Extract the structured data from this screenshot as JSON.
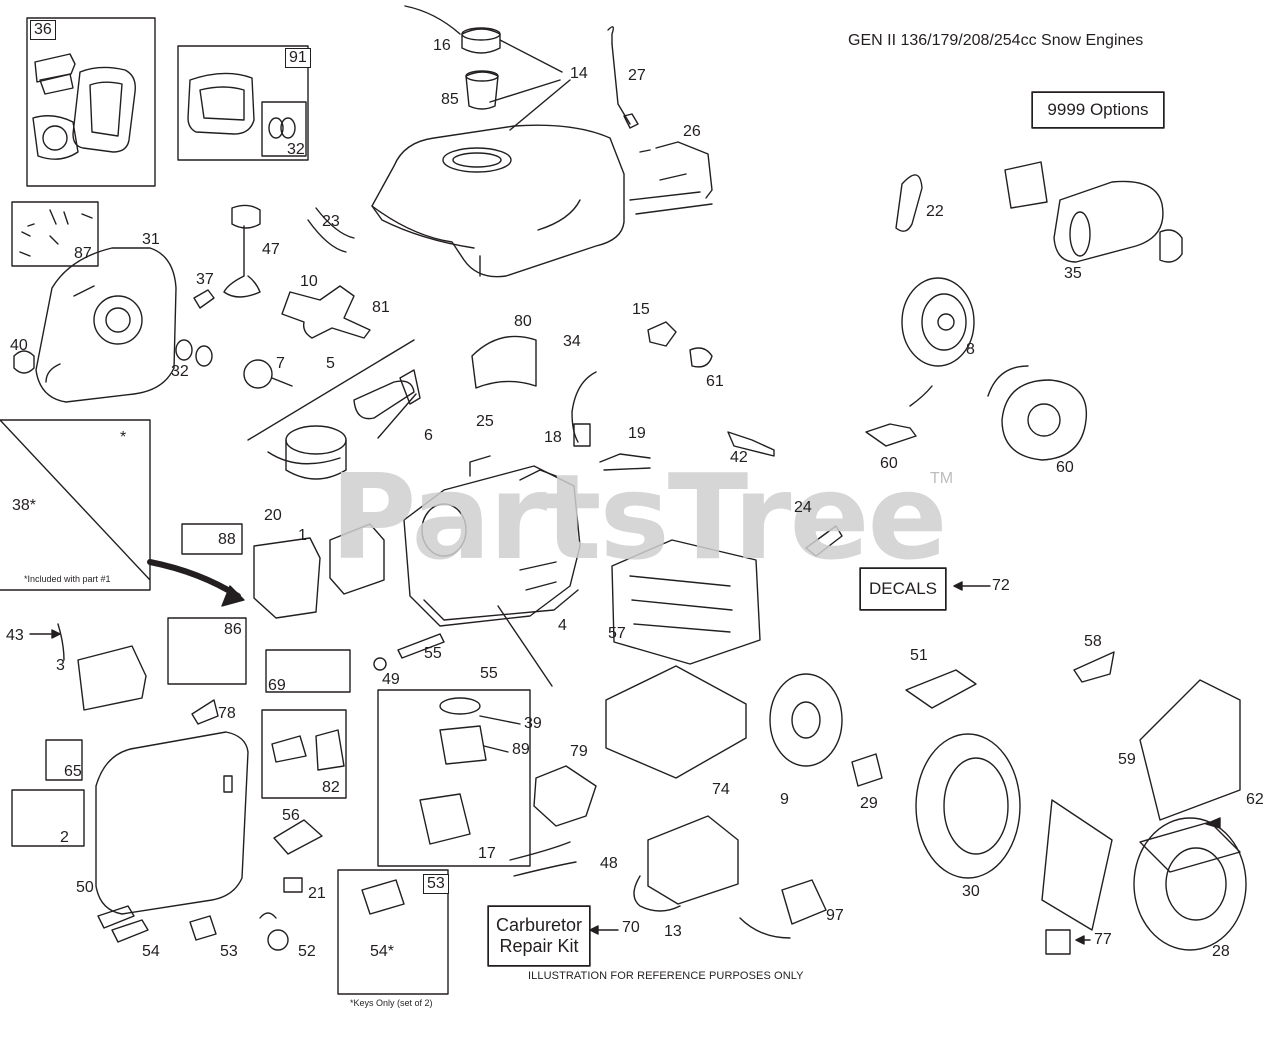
{
  "title": "GEN II 136/179/208/254cc Snow Engines",
  "options_label": "9999  Options",
  "decals_label": "DECALS",
  "carb_kit_label_1": "Carburetor",
  "carb_kit_label_2": "Repair Kit",
  "included_note": "*Included with part #1",
  "keys_note": "*Keys Only (set of 2)",
  "footer": "ILLUSTRATION FOR REFERENCE PURPOSES ONLY",
  "watermark": "PartsTree",
  "trademark": "TM",
  "box_labels": {
    "b36": "36",
    "b91": "91",
    "b53": "53",
    "b32": "32",
    "star": "*"
  },
  "callouts": {
    "c16": "16",
    "c14": "14",
    "c27": "27",
    "c85": "85",
    "c26": "26",
    "c22": "22",
    "c35": "35",
    "c87": "87",
    "c31": "31",
    "c47": "47",
    "c23": "23",
    "c37": "37",
    "c10": "10",
    "c81": "81",
    "c40": "40",
    "c32": "32",
    "c7": "7",
    "c5": "5",
    "c15": "15",
    "c80": "80",
    "c34": "34",
    "c61": "61",
    "c8": "8",
    "c6": "6",
    "c25": "25",
    "c18": "18",
    "c19": "19",
    "c42": "42",
    "c60a": "60",
    "c60b": "60",
    "c38": "38*",
    "c20": "20",
    "c1": "1",
    "c88": "88",
    "c24": "24",
    "c72": "72",
    "c4": "4",
    "c57": "57",
    "c43": "43",
    "c86": "86",
    "c3": "3",
    "c69": "69",
    "c49": "49",
    "c55a": "55",
    "c55b": "55",
    "c78": "78",
    "c39": "39",
    "c89": "89",
    "c51": "51",
    "c58": "58",
    "c59": "59",
    "c62": "62",
    "c65": "65",
    "c82": "82",
    "c79": "79",
    "c74": "74",
    "c9": "9",
    "c29": "29",
    "c2": "2",
    "c50": "50",
    "c56": "56",
    "c17": "17",
    "c48": "48",
    "c21": "21",
    "c30": "30",
    "c54a": "54",
    "c53": "53",
    "c52": "52",
    "c54b": "54*",
    "c70": "70",
    "c13": "13",
    "c97": "97",
    "c77": "77",
    "c28": "28"
  }
}
